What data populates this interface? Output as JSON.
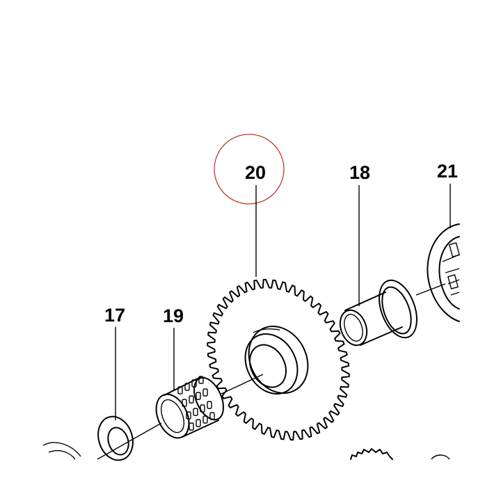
{
  "labels": {
    "part_17": "17",
    "part_18": "18",
    "part_19": "19",
    "part_20": "20",
    "part_21": "21"
  },
  "colors": {
    "ink": "#000000",
    "highlight_circle": "#c0392b",
    "background": "#ffffff"
  }
}
